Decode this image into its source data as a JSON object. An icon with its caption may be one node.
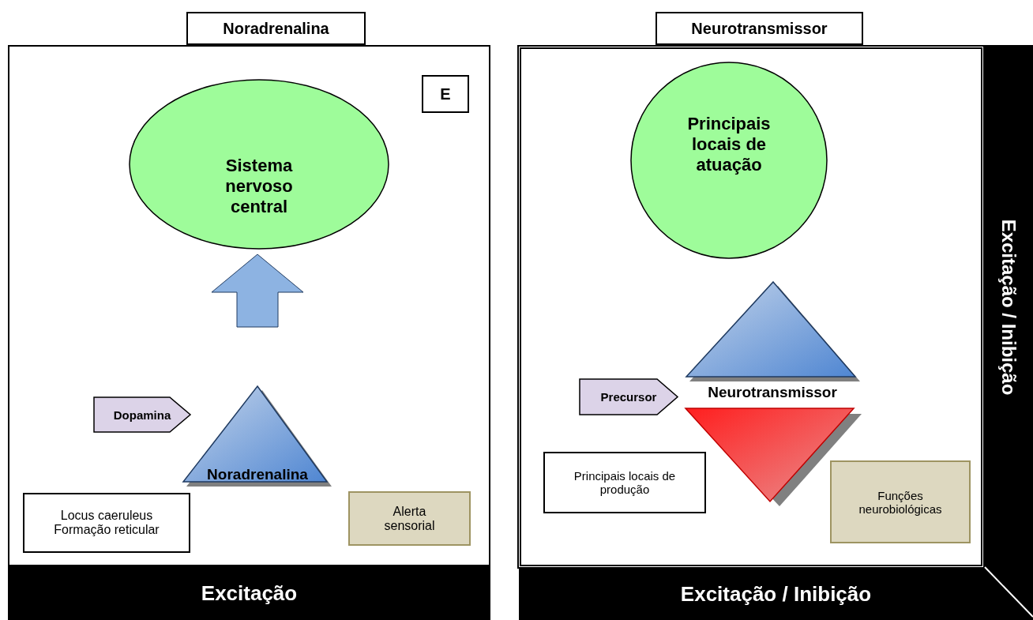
{
  "diagram": {
    "nodes": [
      {
        "text": [
          "Noradrenalina"
        ]
      },
      {
        "text": [],
        "shape": "box"
      },
      {
        "text": [
          "E"
        ],
        "in": 1
      },
      {
        "text": [
          "Sistema nervoso central"
        ],
        "in": 1
      },
      {
        "text": [
          "Dopamina"
        ],
        "in": 1
      },
      {
        "text": [
          "Noradrenalina"
        ],
        "in": 1
      },
      {
        "text": [
          "Locus caeruleus Formação reticular"
        ],
        "in": 1
      },
      {
        "text": [
          "Alerta sensorial"
        ],
        "in": 1
      },
      {
        "text": [
          "Excitação"
        ]
      },
      {
        "text": [
          "Neurotransmissor"
        ]
      },
      {
        "text": [],
        "shape": "box"
      },
      {
        "text": [
          "Principais locais de atuação"
        ],
        "in": 10
      },
      {
        "text": [
          "Precursor"
        ],
        "in": 10
      },
      {
        "text": [],
        "shape": "triangle",
        "in": 10
      },
      {
        "text": [],
        "shape": "triangle",
        "in": 10
      },
      {
        "text": [
          "Principais locais de produção"
        ],
        "in": 10
      },
      {
        "text": [
          "Funções neurobiológicas"
        ],
        "in": 10
      },
      {
        "text": [
          "Excitação / Inibição"
        ]
      },
      {
        "text": [
          "Excitação / Inibição"
        ]
      }
    ],
    "edges": [
      {
        "from": 5,
        "to": 3,
        "arrow": "to",
        "style": "thick"
      }
    ],
    "labels": [
      "Neurotransmissor"
    ]
  }
}
